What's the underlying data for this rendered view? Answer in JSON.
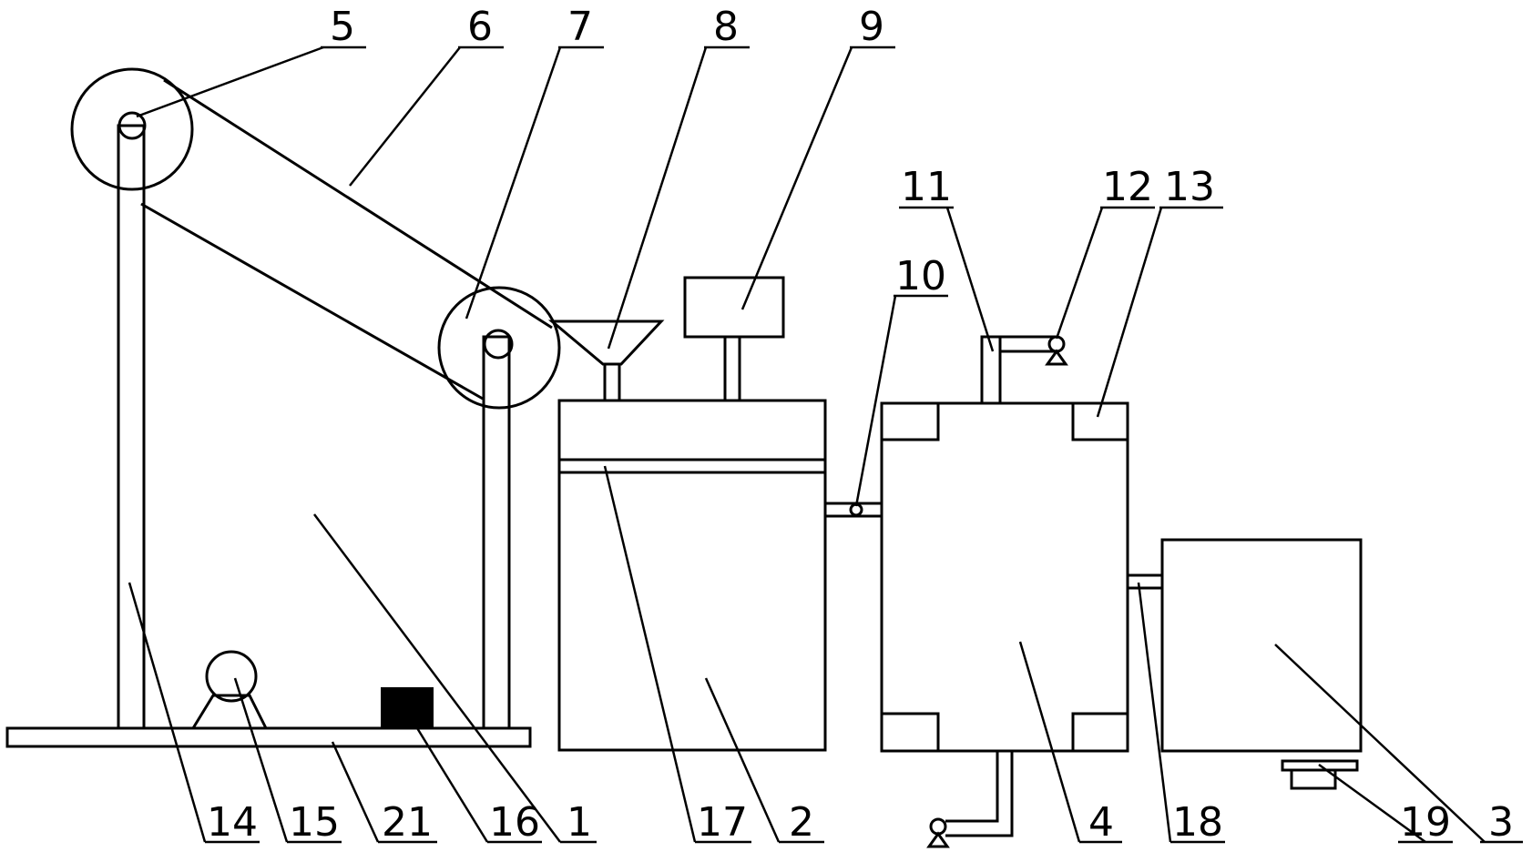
{
  "labels": {
    "l5": "5",
    "l6": "6",
    "l7": "7",
    "l8": "8",
    "l9": "9",
    "l10": "10",
    "l11": "11",
    "l12": "12",
    "l13": "13",
    "l14": "14",
    "l15": "15",
    "l21": "21",
    "l16": "16",
    "l1": "1",
    "l17": "17",
    "l2": "2",
    "l4": "4",
    "l18": "18",
    "l19": "19",
    "l3": "3"
  },
  "colors": {
    "stroke": "#000000",
    "background": "#ffffff"
  }
}
